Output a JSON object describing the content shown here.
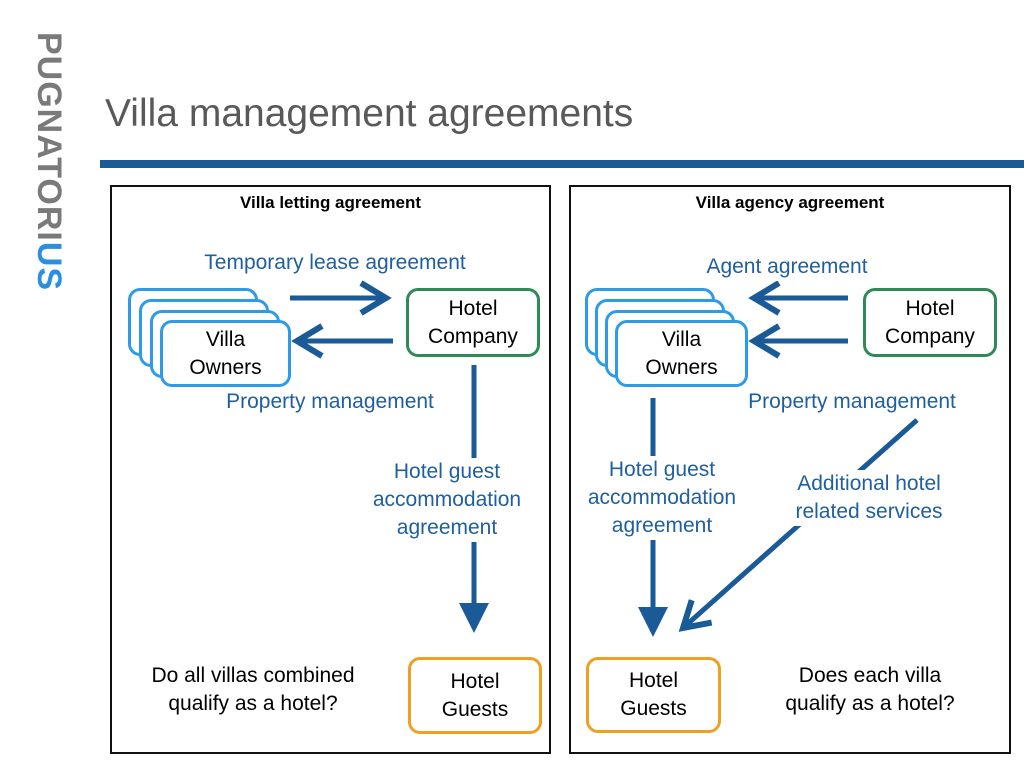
{
  "logo": {
    "text_main": "PUGNATORI",
    "text_accent": "US"
  },
  "title": "Villa management agreements",
  "colors": {
    "bar": "#1a5a96",
    "arrow": "#1a5a96",
    "label": "#1f5fa0",
    "villa": "#2e9be8",
    "hotel_company": "#2e8b57",
    "hotel_guests": "#f0a020"
  },
  "left": {
    "header": "Villa letting agreement",
    "top_label": "Temporary lease agreement",
    "villa": [
      "Villa",
      "Owners"
    ],
    "hotel": [
      "Hotel",
      "Company"
    ],
    "mid_label": "Property management",
    "guest_label": [
      "Hotel guest",
      "accommodation",
      "agreement"
    ],
    "guests": [
      "Hotel",
      "Guests"
    ],
    "question": [
      "Do all villas combined",
      "qualify as a hotel?"
    ]
  },
  "right": {
    "header": "Villa agency agreement",
    "top_label": "Agent agreement",
    "villa": [
      "Villa",
      "Owners"
    ],
    "hotel": [
      "Hotel",
      "Company"
    ],
    "mid_label": "Property management",
    "guest_label": [
      "Hotel guest",
      "accommodation",
      "agreement"
    ],
    "services_label": [
      "Additional hotel",
      "related services"
    ],
    "guests": [
      "Hotel",
      "Guests"
    ],
    "question": [
      "Does each villa",
      "qualify as a hotel?"
    ]
  }
}
